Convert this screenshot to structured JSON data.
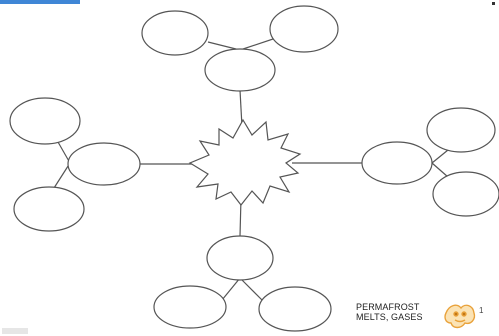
{
  "diagram": {
    "type": "spider-map",
    "center_node": "starburst",
    "branches": [
      {
        "name": "top",
        "leaf_nodes": 2
      },
      {
        "name": "right",
        "leaf_nodes": 2
      },
      {
        "name": "bottom",
        "leaf_nodes": 2
      },
      {
        "name": "left",
        "leaf_nodes": 2
      }
    ],
    "stroke_color": "#555555",
    "fill_color": "#ffffff"
  },
  "inset": {
    "line1": "PERMAFROST",
    "line2": "MELTS, GASES",
    "tail": "1",
    "accent_color": "#e9a23b"
  },
  "header": {
    "accent_color": "#3f86d6"
  }
}
